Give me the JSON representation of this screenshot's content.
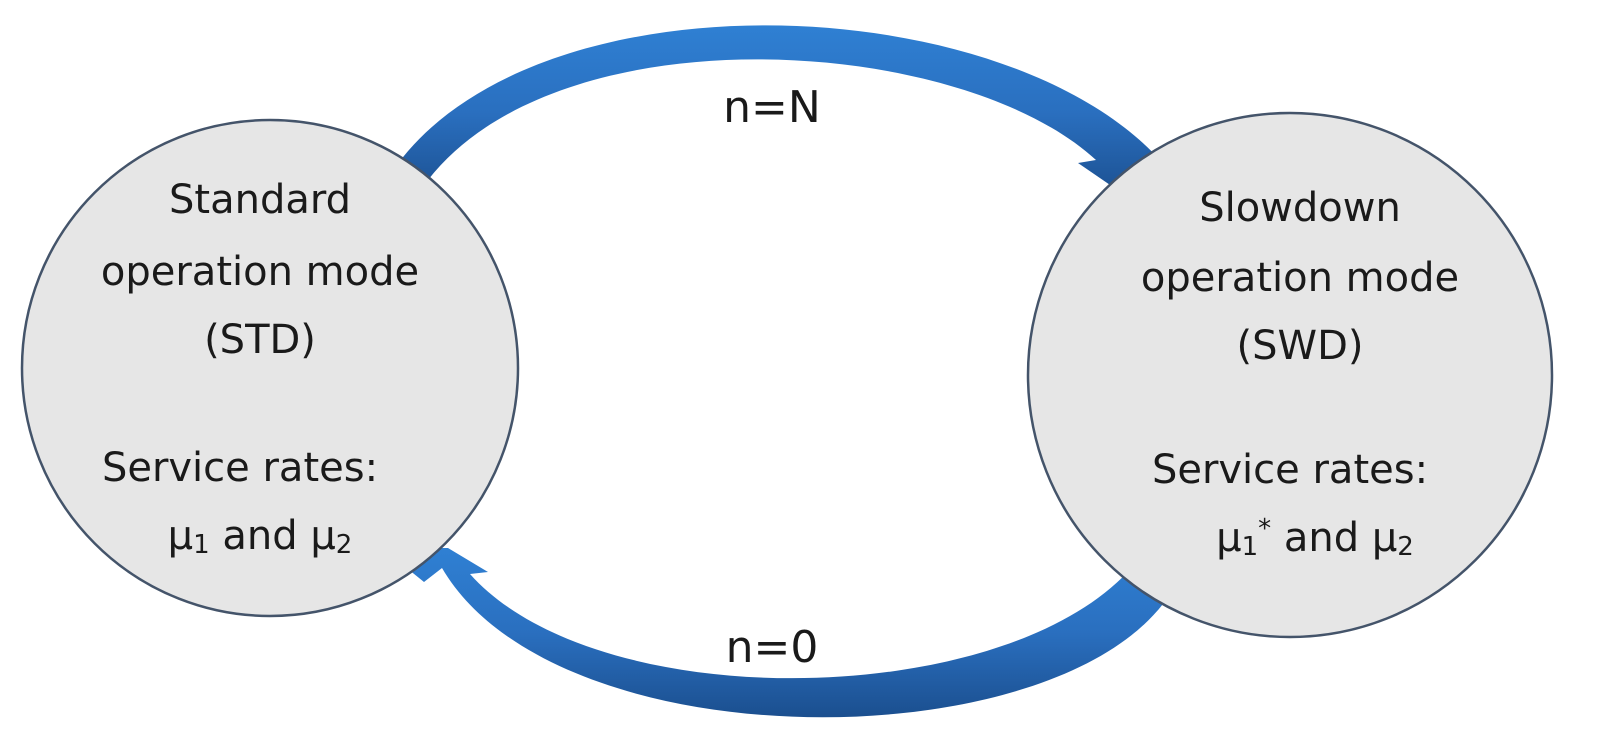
{
  "states": {
    "standard": {
      "name_line1": "Standard",
      "name_line2": "operation mode",
      "abbrev": "(STD)",
      "rates_label": "Service rates:",
      "rate_mu": "μ",
      "rate_1_sub": "1",
      "rate_and": " and ",
      "rate_2_sub": "2"
    },
    "slowdown": {
      "name_line1": "Slowdown",
      "name_line2": "operation mode",
      "abbrev": "(SWD)",
      "rates_label": "Service rates:",
      "rate_mu": "μ",
      "rate_1_sub": "1",
      "rate_1_sup": "*",
      "rate_and": " and ",
      "rate_2_sub": "2"
    }
  },
  "transitions": {
    "to_slowdown": "n=N",
    "to_standard": "n=0"
  },
  "colors": {
    "arrow_dark": "#1b4f8f",
    "arrow_light": "#2f80d3",
    "circle_fill": "#e6e6e6",
    "circle_stroke": "#44546a"
  }
}
